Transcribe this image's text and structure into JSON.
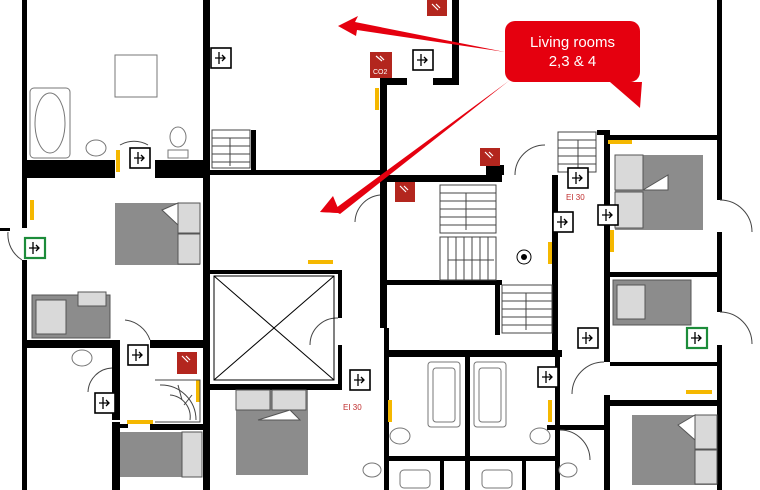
{
  "callout": {
    "line1": "Living rooms",
    "line2": "2,3 & 4"
  },
  "labels": {
    "el30_a": "EI 30",
    "el30_b": "EI 30",
    "co2": "CO2"
  },
  "colors": {
    "wall": "#000000",
    "callout": "#e5000f",
    "arrow": "#e5000f",
    "fire_equipment": "#b3261e",
    "exit_sign_green": "#1c8c3a",
    "door_marker": "#f5b800",
    "furniture": "#8c8c8c",
    "fixture_outline": "#777777"
  },
  "icons": [
    "exit-door-sign-icon",
    "fire-extinguisher-icon",
    "co2-extinguisher-icon",
    "bed-icon",
    "bathtub-icon",
    "sink-icon",
    "toilet-icon",
    "staircase-icon",
    "elevator-shaft-icon"
  ]
}
